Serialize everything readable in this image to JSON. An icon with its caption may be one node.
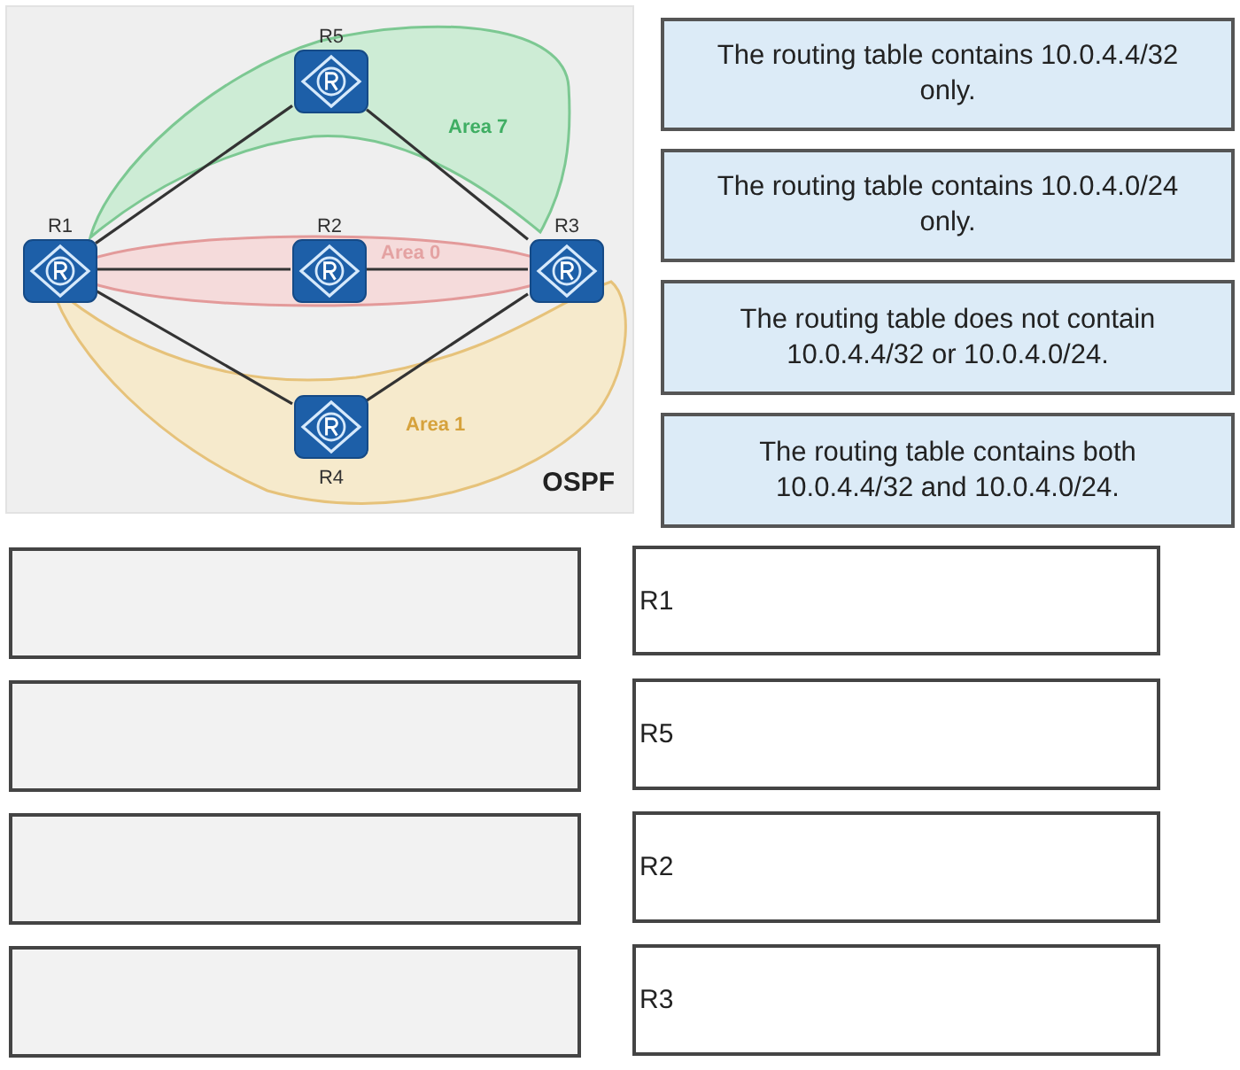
{
  "diagram": {
    "nodes": [
      {
        "text": [
          "OSPF"
        ]
      },
      {
        "text": [
          "Area 7"
        ],
        "in": 0
      },
      {
        "text": [
          "R5"
        ],
        "in": 1
      },
      {
        "text": [
          "R1"
        ],
        "in": 0
      },
      {
        "text": [
          "Area 0"
        ],
        "in": 0
      },
      {
        "text": [
          "R2"
        ],
        "in": 4
      },
      {
        "text": [
          "R3"
        ],
        "in": 0
      },
      {
        "text": [
          "Area 1"
        ],
        "in": 0
      },
      {
        "text": [
          "R4"
        ],
        "in": 7
      },
      {
        "text": [
          "The routing table contains 10.0.4.4/32 only."
        ]
      },
      {
        "text": [
          "The routing table contains 10.0.4.0/24 only."
        ]
      },
      {
        "text": [
          "The routing table does not contain 10.0.4.4/32 or 10.0.4.0/24."
        ]
      },
      {
        "text": [
          "The routing table contains both 10.0.4.4/32 and 10.0.4.0/24."
        ]
      },
      {
        "text": [],
        "shape": "box"
      },
      {
        "text": [
          "R1"
        ]
      },
      {
        "text": [],
        "shape": "box"
      },
      {
        "text": [
          "R5"
        ]
      },
      {
        "text": [],
        "shape": "box"
      },
      {
        "text": [
          "R2"
        ]
      },
      {
        "text": [],
        "shape": "box"
      },
      {
        "text": [
          "R3"
        ]
      }
    ],
    "edges": [
      {
        "from": 3,
        "to": 2,
        "arrow": "none"
      },
      {
        "from": 2,
        "to": 6,
        "arrow": "none"
      },
      {
        "from": 3,
        "to": 5,
        "arrow": "none"
      },
      {
        "from": 5,
        "to": 6,
        "arrow": "none"
      },
      {
        "from": 3,
        "to": 8,
        "arrow": "none"
      },
      {
        "from": 8,
        "to": 6,
        "arrow": "none"
      }
    ]
  }
}
